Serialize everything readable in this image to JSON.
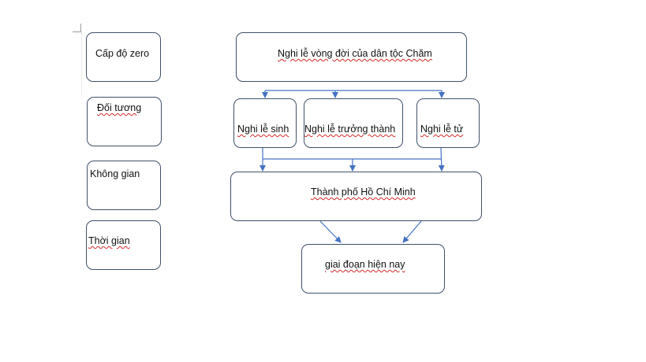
{
  "left_labels": {
    "scope": "Cấp độ zero",
    "subject": "Đối tương",
    "space": "Không gian",
    "time": "Thời gian"
  },
  "diagram": {
    "root": "Nghi lễ vòng đời của dân tộc Chăm",
    "rites": {
      "birth": "Nghi lễ sinh",
      "adulthood": "Nghi lễ trưởng thành",
      "death": "Nghi lễ tử"
    },
    "place": "Thành phố Hồ Chí Minh",
    "period": "giai đoạn hiện nay"
  },
  "colors": {
    "box_border": "#3f5169",
    "arrow": "#4472c4",
    "spellcheck_underline": "#d62828"
  }
}
